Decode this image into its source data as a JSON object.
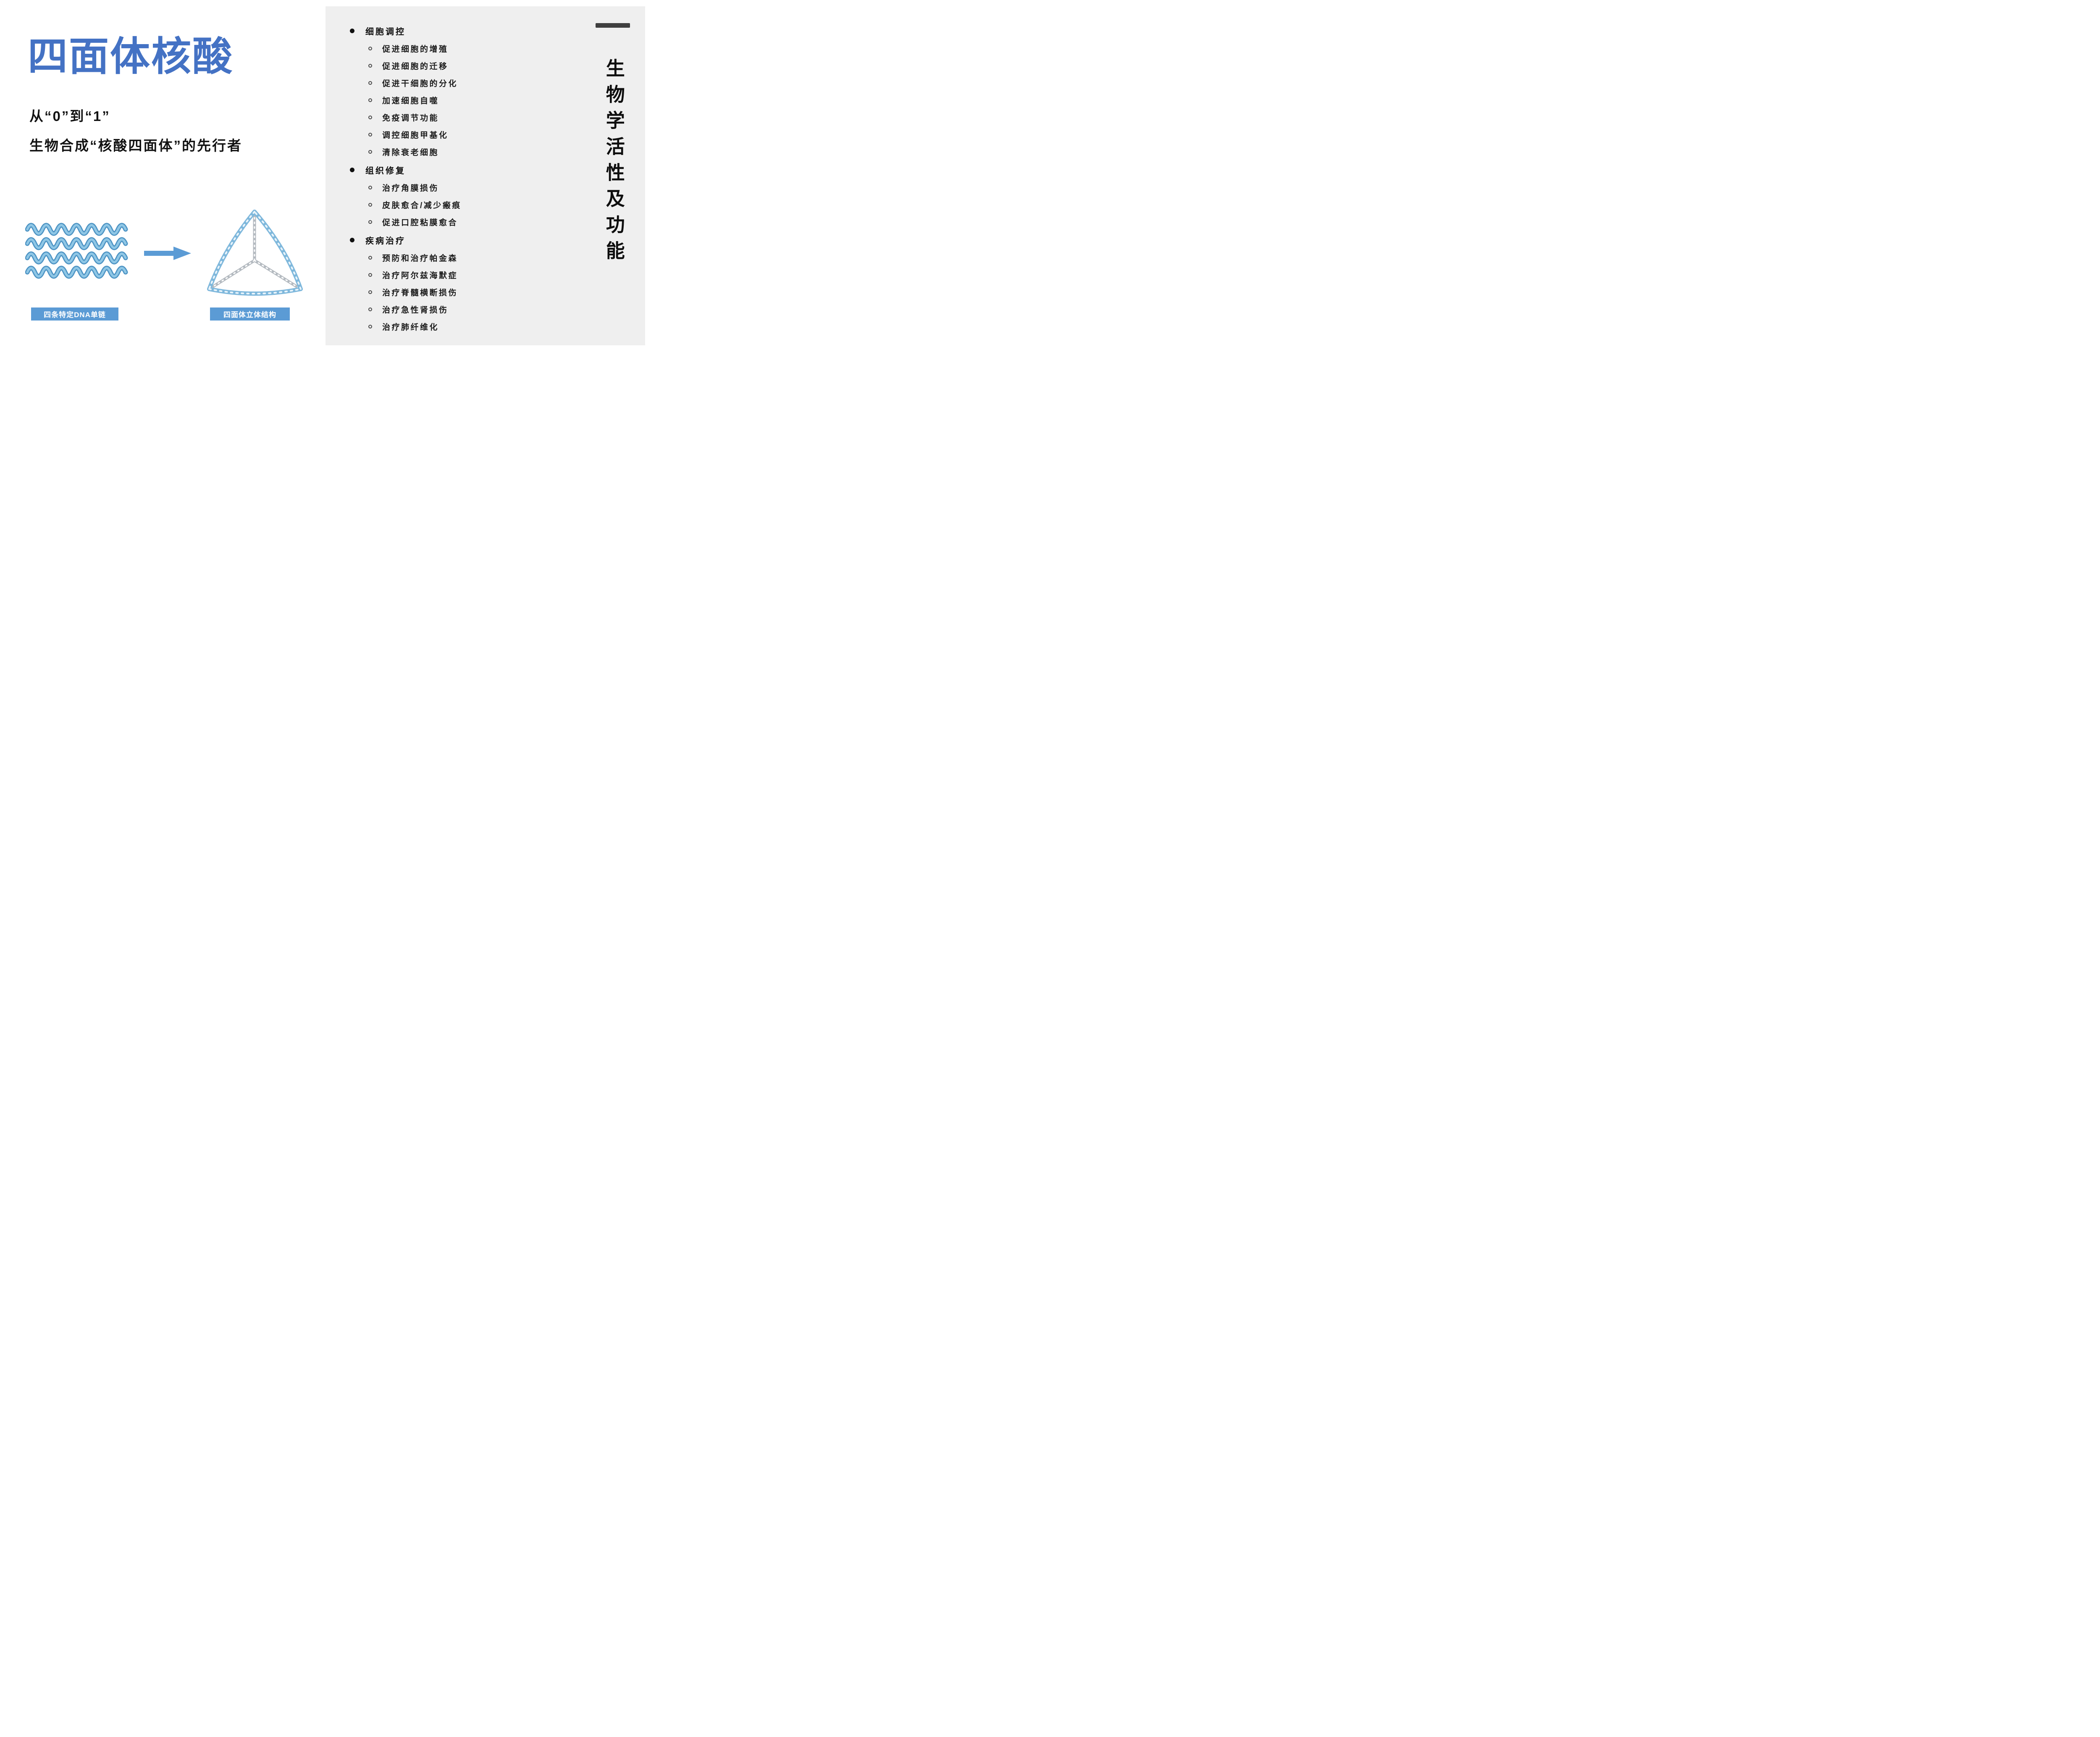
{
  "slide": {
    "title": "四面体核酸",
    "tagline_line1": "从“0”到“1”",
    "tagline_line2": "生物合成“核酸四面体”的先行者",
    "diagram": {
      "strands_label": "四条特定DNA单链",
      "tetrahedron_label": "四面体立体结构"
    }
  },
  "panel": {
    "sections": [
      {
        "title": "细胞调控",
        "items": [
          "促进细胞的增殖",
          "促进细胞的迁移",
          "促进干细胞的分化",
          "加速细胞自噬",
          "免疫调节功能",
          "调控细胞甲基化",
          "清除衰老细胞"
        ]
      },
      {
        "title": "组织修复",
        "items": [
          "治疗角膜损伤",
          "皮肤愈合/减少瘢痕",
          "促进口腔粘膜愈合"
        ]
      },
      {
        "title": "疾病治疗",
        "items": [
          "预防和治疗帕金森",
          "治疗阿尔兹海默症",
          "治疗脊髓横断损伤",
          "治疗急性肾损伤",
          "治疗肺纤维化"
        ]
      }
    ],
    "vertical_title": "生物学活性及功能"
  },
  "icons": {
    "level1_bullet": "filled-circle",
    "level2_bullet": "hollow-circle",
    "arrow": "right-arrow"
  },
  "colors": {
    "title_blue": "#4472C4",
    "accent_blue": "#5B9BD5",
    "panel_gray": "#EFEFEF",
    "ink": "#161616",
    "dash_dark": "#3F3F3F",
    "strand_dark": "#4E94C4",
    "strand_light": "#8FC7E6",
    "tetra_gray": "#B4BAC0"
  }
}
